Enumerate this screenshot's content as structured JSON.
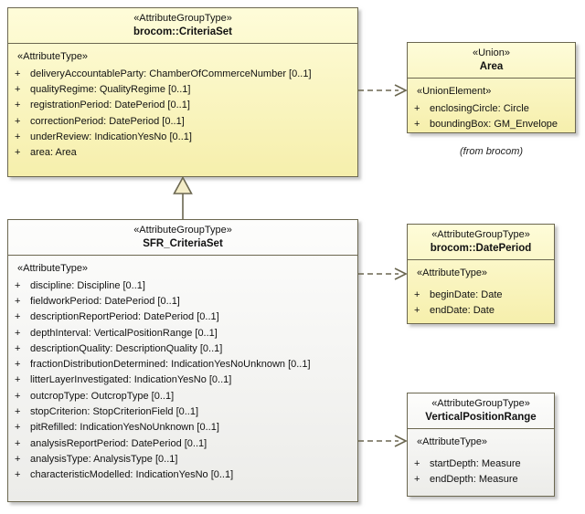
{
  "colors": {
    "class_fill_yellow": "#F9F3BC",
    "class_fill_gray": "#F4F4F1",
    "border": "#6B6750",
    "connector": "#6B6750",
    "background": "#FFFFFF"
  },
  "boxes": {
    "criteriaSet": {
      "stereotype": "«AttributeGroupType»",
      "name": "brocom::CriteriaSet",
      "section": "«AttributeType»",
      "attributes": [
        {
          "v": "+",
          "t": "deliveryAccountableParty: ChamberOfCommerceNumber [0..1]"
        },
        {
          "v": "+",
          "t": "qualityRegime: QualityRegime [0..1]"
        },
        {
          "v": "+",
          "t": "registrationPeriod: DatePeriod [0..1]"
        },
        {
          "v": "+",
          "t": "correctionPeriod: DatePeriod [0..1]"
        },
        {
          "v": "+",
          "t": "underReview: IndicationYesNo [0..1]"
        },
        {
          "v": "+",
          "t": "area: Area"
        }
      ]
    },
    "area": {
      "stereotype": "«Union»",
      "name": "Area",
      "section": "«UnionElement»",
      "attributes": [
        {
          "v": "+",
          "t": "enclosingCircle: Circle"
        },
        {
          "v": "+",
          "t": "boundingBox: GM_Envelope"
        }
      ],
      "note": "(from brocom)"
    },
    "sfrCriteriaSet": {
      "stereotype": "«AttributeGroupType»",
      "name": "SFR_CriteriaSet",
      "section": "«AttributeType»",
      "attributes": [
        {
          "v": "+",
          "t": "discipline: Discipline [0..1]"
        },
        {
          "v": "+",
          "t": "fieldworkPeriod: DatePeriod [0..1]"
        },
        {
          "v": "+",
          "t": "descriptionReportPeriod: DatePeriod [0..1]"
        },
        {
          "v": "+",
          "t": "depthInterval: VerticalPositionRange [0..1]"
        },
        {
          "v": "+",
          "t": "descriptionQuality: DescriptionQuality [0..1]"
        },
        {
          "v": "+",
          "t": "fractionDistributionDetermined: IndicationYesNoUnknown [0..1]"
        },
        {
          "v": "+",
          "t": "litterLayerInvestigated: IndicationYesNo [0..1]"
        },
        {
          "v": "+",
          "t": "outcropType: OutcropType [0..1]"
        },
        {
          "v": "+",
          "t": "stopCriterion: StopCriterionField [0..1]"
        },
        {
          "v": "+",
          "t": "pitRefilled: IndicationYesNoUnknown [0..1]"
        },
        {
          "v": "+",
          "t": "analysisReportPeriod: DatePeriod [0..1]"
        },
        {
          "v": "+",
          "t": "analysisType: AnalysisType [0..1]"
        },
        {
          "v": "+",
          "t": "characteristicModelled: IndicationYesNo [0..1]"
        }
      ]
    },
    "datePeriod": {
      "stereotype": "«AttributeGroupType»",
      "name": "brocom::DatePeriod",
      "section": "«AttributeType»",
      "attributes": [
        {
          "v": "+",
          "t": "beginDate: Date"
        },
        {
          "v": "+",
          "t": "endDate: Date"
        }
      ]
    },
    "verticalPositionRange": {
      "stereotype": "«AttributeGroupType»",
      "name": "VerticalPositionRange",
      "section": "«AttributeType»",
      "attributes": [
        {
          "v": "+",
          "t": "startDepth: Measure"
        },
        {
          "v": "+",
          "t": "endDepth: Measure"
        }
      ]
    }
  },
  "connectors": [
    {
      "type": "dependency",
      "from": "brocom::CriteriaSet",
      "to": "Area",
      "line": "dashed",
      "arrow": "open"
    },
    {
      "type": "generalization",
      "from": "SFR_CriteriaSet",
      "to": "brocom::CriteriaSet",
      "line": "solid",
      "arrow": "hollow-triangle"
    },
    {
      "type": "dependency",
      "from": "SFR_CriteriaSet",
      "to": "brocom::DatePeriod",
      "line": "dashed",
      "arrow": "open"
    },
    {
      "type": "dependency",
      "from": "SFR_CriteriaSet",
      "to": "VerticalPositionRange",
      "line": "dashed",
      "arrow": "open"
    }
  ]
}
